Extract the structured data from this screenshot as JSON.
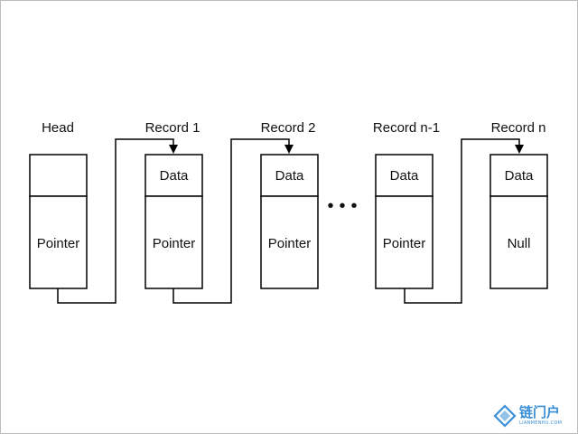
{
  "nodes": [
    {
      "title": "Head",
      "top": "",
      "bottom": "Pointer"
    },
    {
      "title": "Record 1",
      "top": "Data",
      "bottom": "Pointer"
    },
    {
      "title": "Record 2",
      "top": "Data",
      "bottom": "Pointer"
    },
    {
      "title": "Record n-1",
      "top": "Data",
      "bottom": "Pointer"
    },
    {
      "title": "Record n",
      "top": "Data",
      "bottom": "Null"
    }
  ],
  "links": [
    {
      "from": 0,
      "to": 1
    },
    {
      "from": 1,
      "to": 2
    },
    {
      "from": 3,
      "to": 4
    }
  ],
  "ellipsis": "•••",
  "watermark": {
    "logo_icon": "diamond-logo-icon",
    "text": "链门户",
    "subtext": "LIANMENHU.COM",
    "color": "#3a8fd6"
  }
}
